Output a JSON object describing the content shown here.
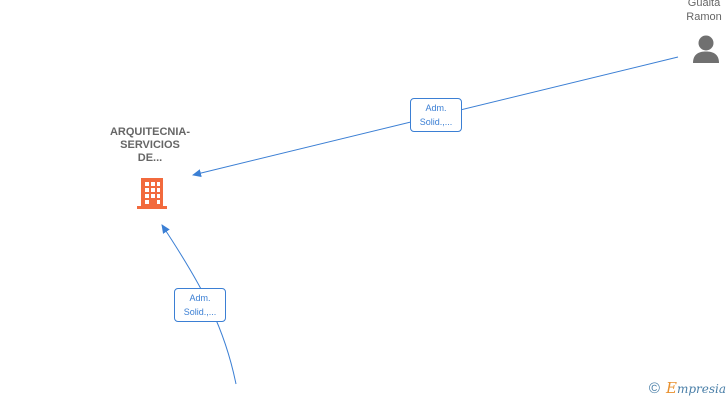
{
  "colors": {
    "edge": "#3b7fd4",
    "company_icon": "#f26a3d",
    "person_icon": "#707070",
    "label_text": "#666666",
    "brand": "#4a7fa8",
    "brand_accent": "#e8902e"
  },
  "nodes": {
    "company": {
      "label_lines": [
        "ARQUITECNIA-",
        "SERVICIOS",
        "DE..."
      ],
      "icon": "building-icon"
    },
    "person": {
      "label_lines": [
        "Gualta",
        "Ramon"
      ],
      "icon": "person-icon"
    }
  },
  "edges": [
    {
      "label_lines": [
        "Adm.",
        "Solid.,..."
      ]
    },
    {
      "label_lines": [
        "Adm.",
        "Solid.,..."
      ]
    }
  ],
  "footer": {
    "copyright_symbol": "©",
    "brand_first": "E",
    "brand_rest": "mpresia"
  }
}
